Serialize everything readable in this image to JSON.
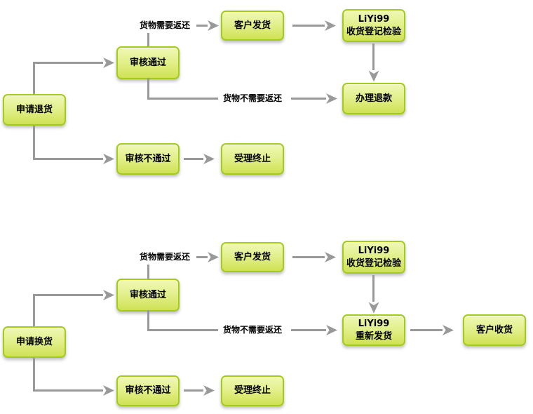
{
  "diagram": {
    "colors": {
      "node_border": "#a2cb1b",
      "node_fill_top": "#f0f8b5",
      "node_fill_bottom": "#cfe254",
      "connector": "#999999",
      "text": "#000000",
      "background": "#ffffff"
    },
    "flows": {
      "return": {
        "nodes": {
          "apply": "申请退货",
          "approved": "审核通过",
          "customer_ship": "客户发货",
          "liyi99_inspect": "LiYi99\n收货登记检验",
          "refund": "办理退款",
          "rejected": "审核不通过",
          "terminated": "受理终止"
        },
        "labels": {
          "need_return": "货物需要返还",
          "no_need_return": "货物不需要返还"
        }
      },
      "exchange": {
        "nodes": {
          "apply": "申请换货",
          "approved": "审核通过",
          "customer_ship": "客户发货",
          "liyi99_inspect": "LiYi99\n收货登记检验",
          "liyi99_reship": "LiYi99\n重新发货",
          "customer_receive": "客户收货",
          "rejected": "审核不通过",
          "terminated": "受理终止"
        },
        "labels": {
          "need_return": "货物需要返还",
          "no_need_return": "货物不需要返还"
        }
      }
    }
  }
}
